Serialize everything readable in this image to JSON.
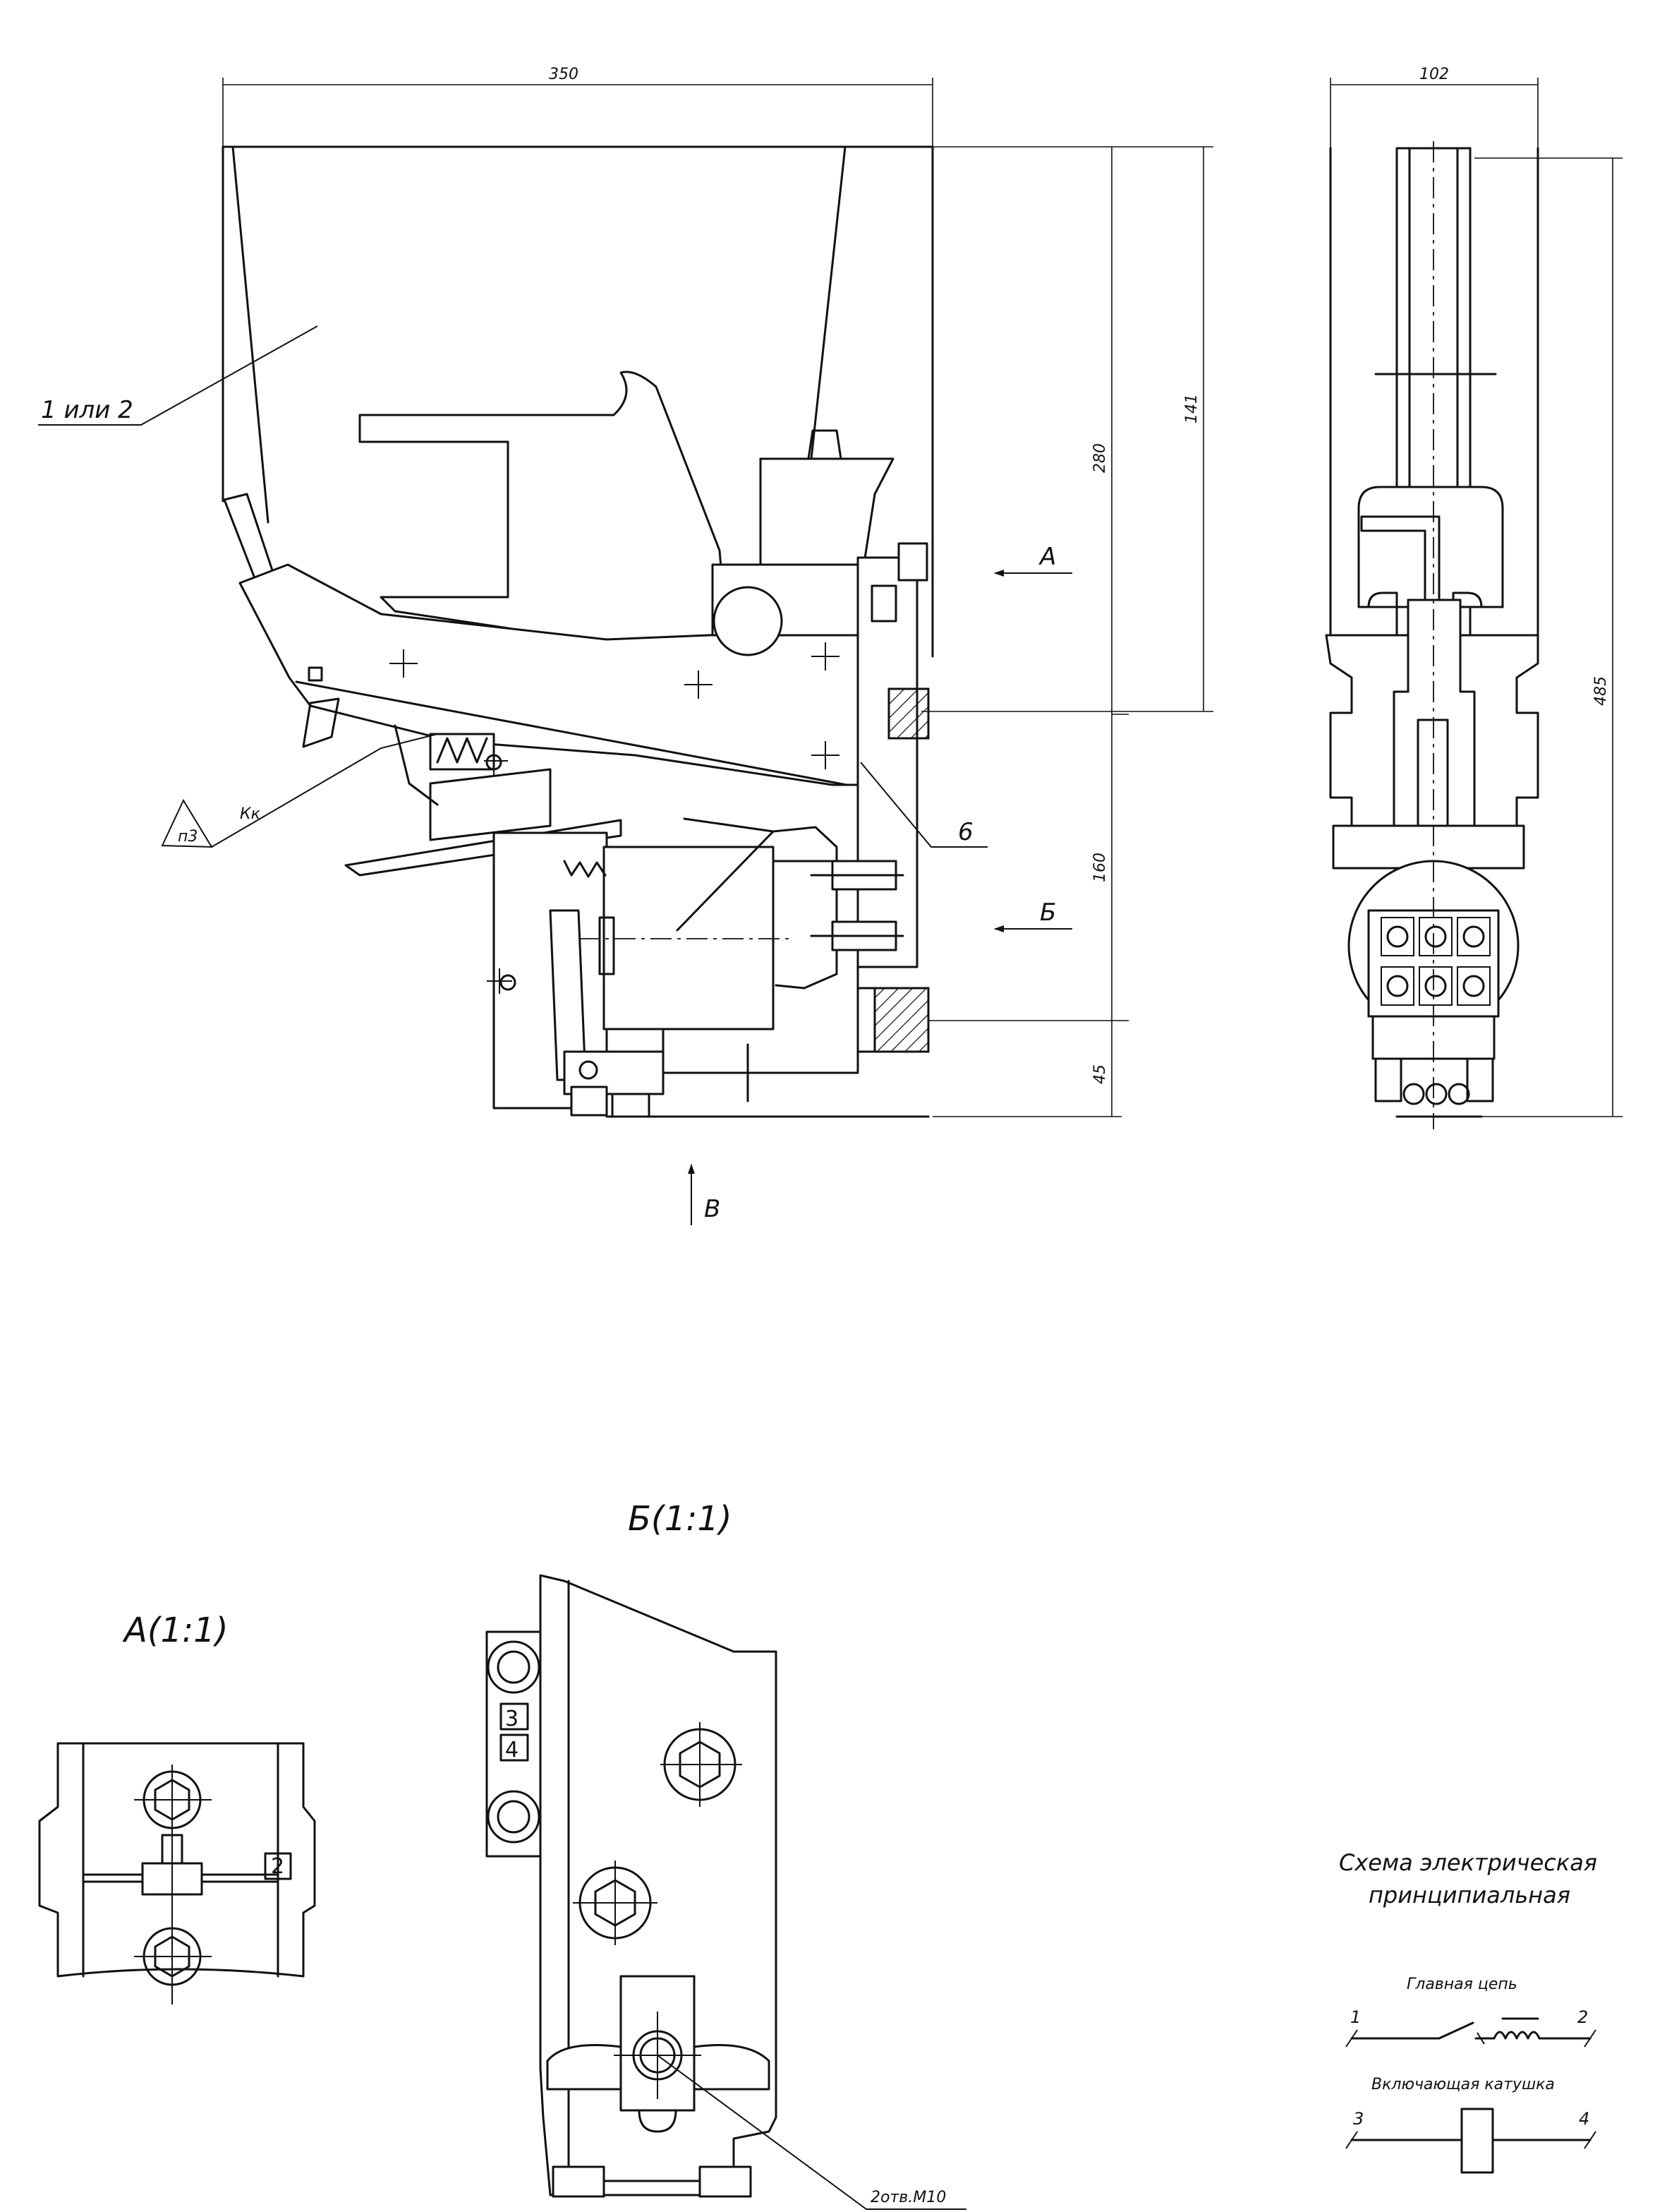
{
  "dimensions": {
    "width_350": "350",
    "width_102": "102",
    "height_280": "280",
    "height_141": "141",
    "height_160": "160",
    "height_45": "45",
    "height_485": "485"
  },
  "callouts": {
    "part_1_or_2": "1 или 2",
    "part_6": "6",
    "hole_note": "2отв.М10",
    "triangle_note": "п3",
    "contact_mark": "Кк"
  },
  "view_arrows": {
    "a": "А",
    "b": "Б",
    "v": "В"
  },
  "views": {
    "view_a_title": "А(1:1)",
    "view_b_title": "Б(1:1)"
  },
  "terminal_tags": {
    "tag_2": "2",
    "tag_3": "3",
    "tag_4": "4"
  },
  "schematic": {
    "title_line1": "Схема электрическая",
    "title_line2": "принципиальная",
    "main_circuit_label": "Главная цепь",
    "coil_label": "Включающая катушка",
    "pin_1": "1",
    "pin_2": "2",
    "pin_3": "3",
    "pin_4": "4"
  }
}
